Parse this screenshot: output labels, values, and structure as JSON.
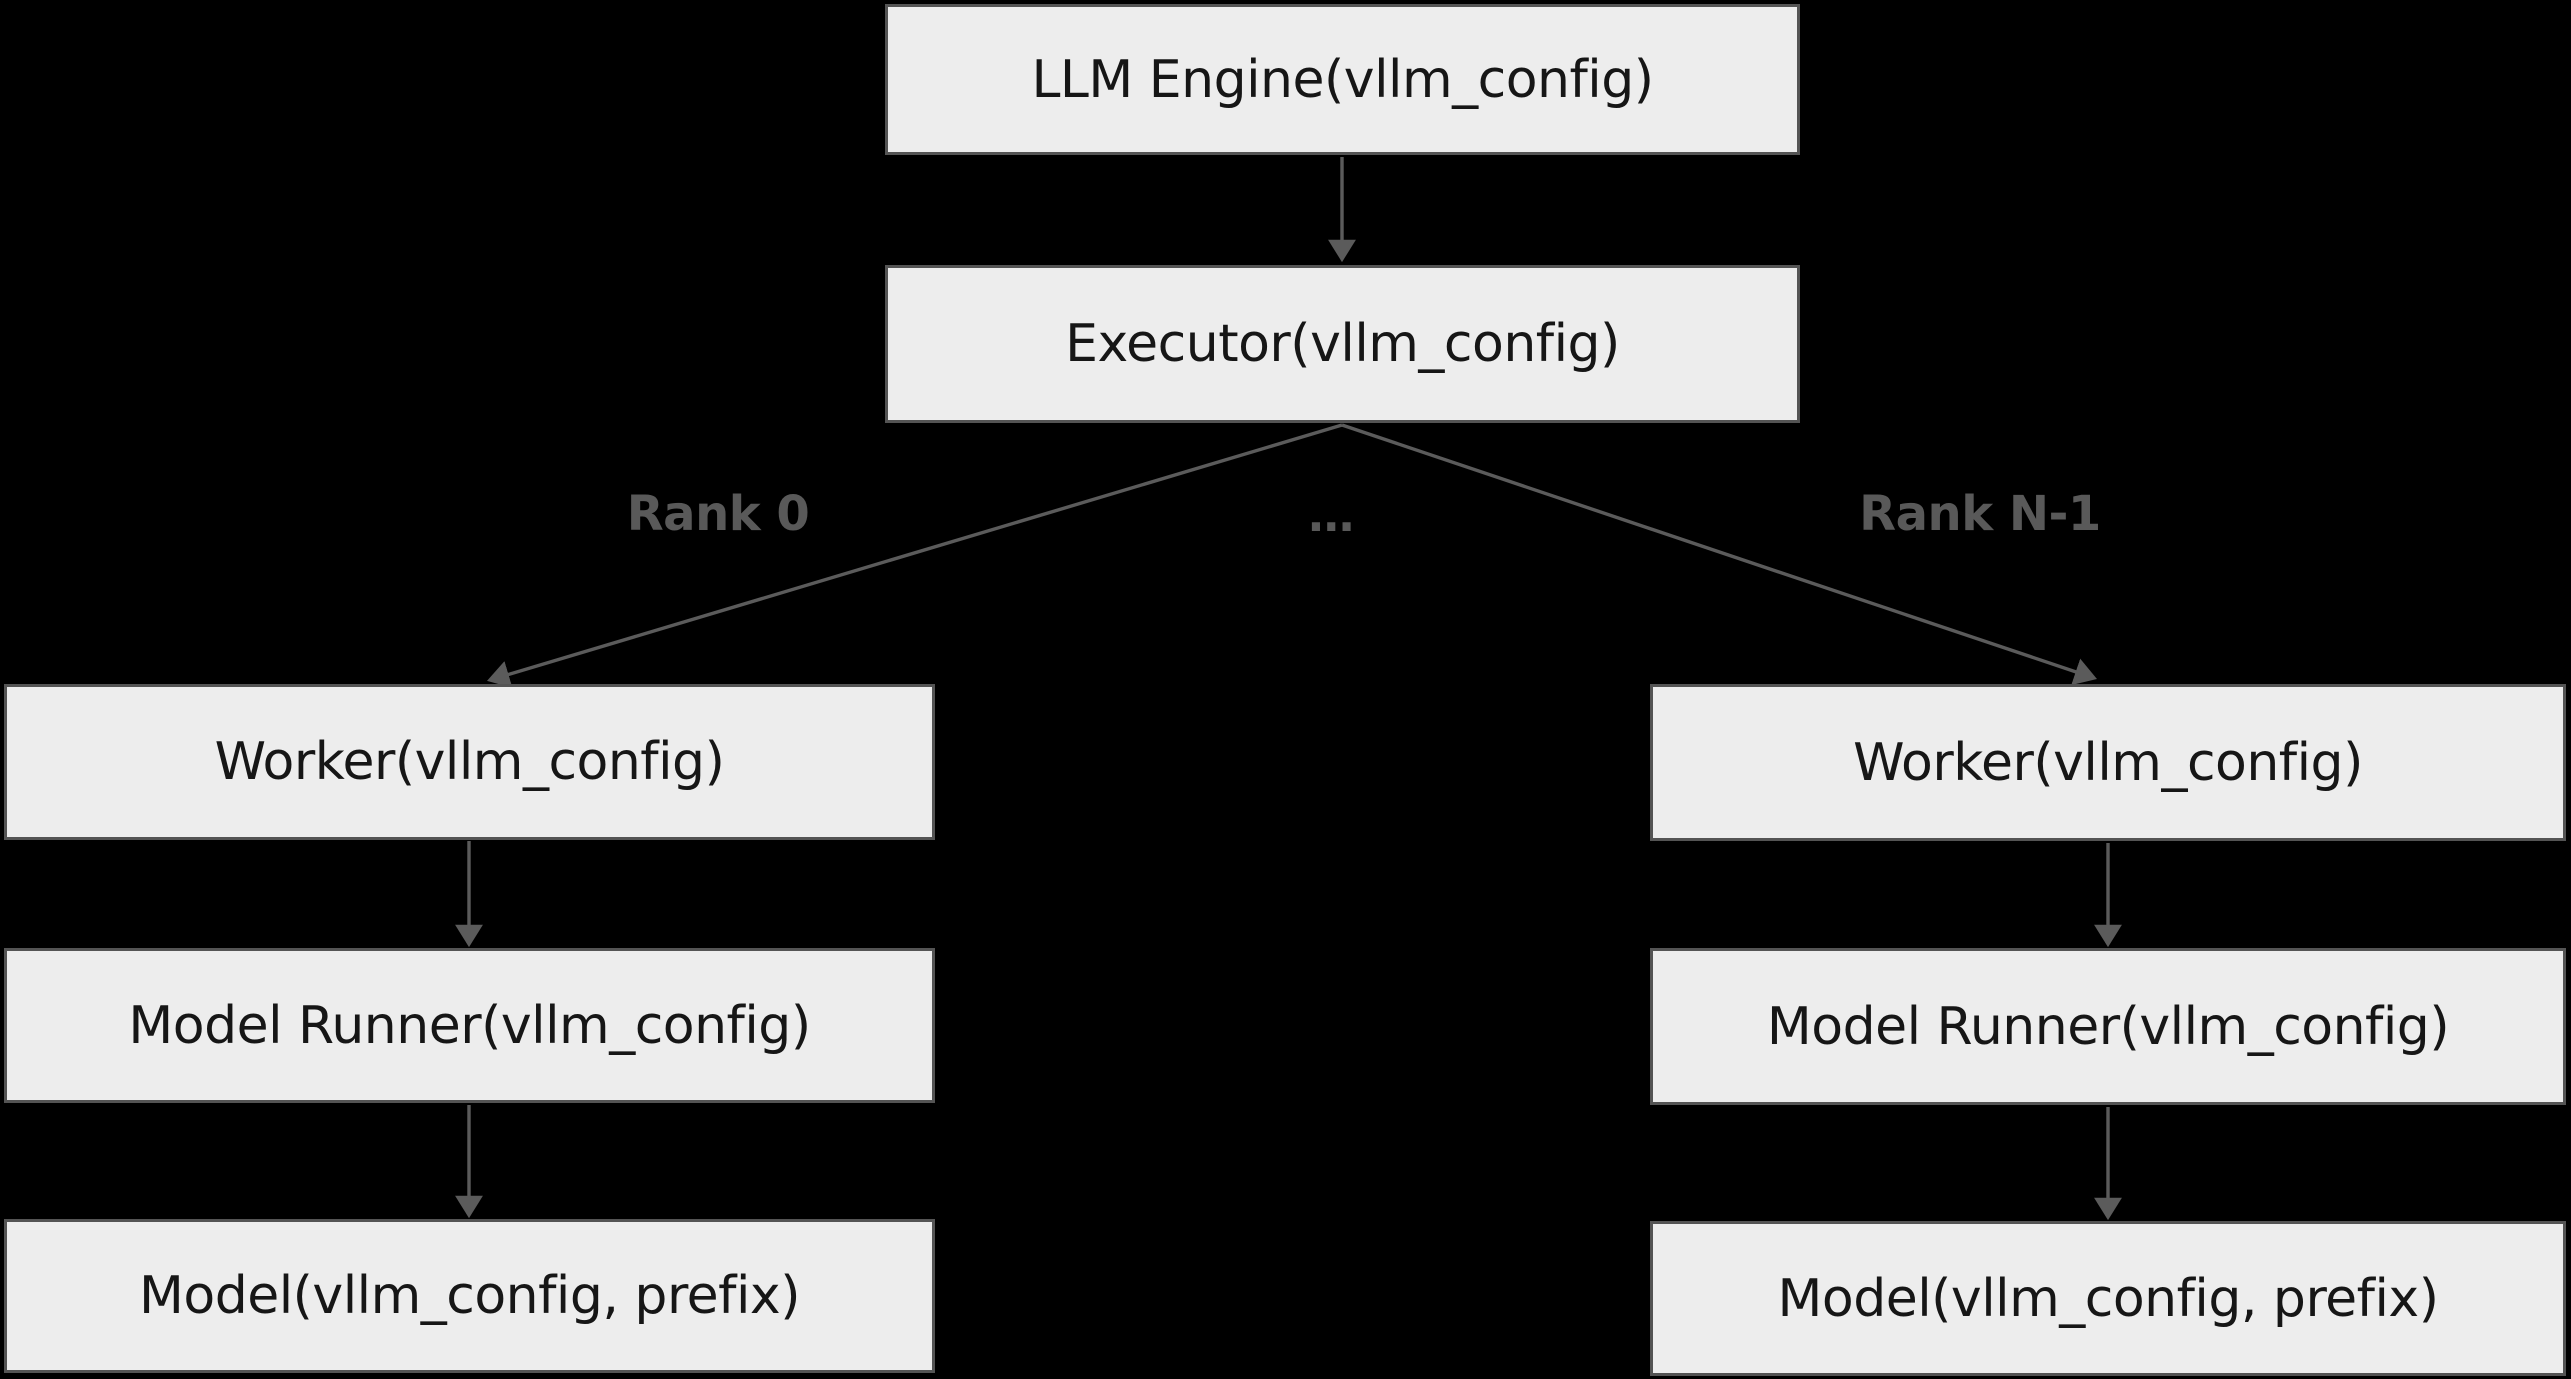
{
  "diagram": {
    "nodes": {
      "llm_engine": {
        "label": "LLM Engine(vllm_config)"
      },
      "executor": {
        "label": "Executor(vllm_config)"
      },
      "worker_left": {
        "label": "Worker(vllm_config)"
      },
      "worker_right": {
        "label": "Worker(vllm_config)"
      },
      "model_runner_left": {
        "label": "Model Runner(vllm_config)"
      },
      "model_runner_right": {
        "label": "Model Runner(vllm_config)"
      },
      "model_left": {
        "label": "Model(vllm_config, prefix)"
      },
      "model_right": {
        "label": "Model(vllm_config, prefix)"
      }
    },
    "edge_labels": {
      "rank_0": "Rank 0",
      "ellipsis": "…",
      "rank_n_minus_1": "Rank N-1"
    },
    "colors": {
      "background": "#000000",
      "node_fill": "#ededed",
      "node_border": "#545454",
      "node_text": "#161616",
      "edge_stroke": "#5b5b5b",
      "edge_label_text": "#595959"
    }
  }
}
